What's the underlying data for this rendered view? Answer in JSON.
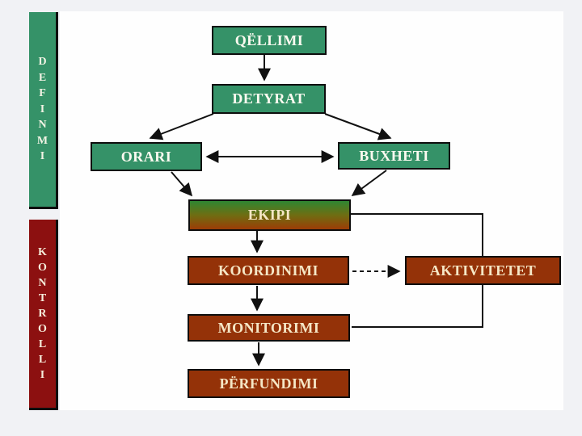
{
  "page": {
    "background_color": "#f1f2f5",
    "slide_background_color": "#fefefe"
  },
  "sidebars": [
    {
      "id": "definmi",
      "word": "DEFINMI",
      "letters": "D\nE\nF\nI\nN\nM\nI",
      "color": "#359268"
    },
    {
      "id": "kontrolli",
      "word": "KONTROLLI",
      "letters": "K\nO\nN\nT\nR\nO\nL\nL\nI",
      "color": "#8c1010"
    }
  ],
  "flowchart": {
    "nodes": [
      {
        "id": "qellimi",
        "label": "QËLLIMI",
        "style": "green"
      },
      {
        "id": "detyrat",
        "label": "DETYRAT",
        "style": "green"
      },
      {
        "id": "orari",
        "label": "ORARI",
        "style": "green"
      },
      {
        "id": "buxheti",
        "label": "BUXHETI",
        "style": "green"
      },
      {
        "id": "ekipi",
        "label": "EKIPI",
        "style": "gradient-green-to-brown"
      },
      {
        "id": "koordinimi",
        "label": "KOORDINIMI",
        "style": "brown"
      },
      {
        "id": "aktivitetet",
        "label": "AKTIVITETET",
        "style": "brown"
      },
      {
        "id": "monitorimi",
        "label": "MONITORIMI",
        "style": "brown"
      },
      {
        "id": "perfundimi",
        "label": "PËRFUNDIMI",
        "style": "brown"
      }
    ],
    "connections": [
      {
        "from": "QËLLIMI",
        "to": "DETYRAT",
        "style": "solid-arrow"
      },
      {
        "from": "DETYRAT",
        "to": "ORARI",
        "style": "solid-arrow"
      },
      {
        "from": "DETYRAT",
        "to": "BUXHETI",
        "style": "solid-arrow"
      },
      {
        "from": "ORARI",
        "to": "BUXHETI",
        "style": "double-headed-arrow"
      },
      {
        "from": "ORARI",
        "to": "EKIPI",
        "style": "solid-arrow"
      },
      {
        "from": "BUXHETI",
        "to": "EKIPI",
        "style": "solid-arrow"
      },
      {
        "from": "EKIPI",
        "to": "KOORDINIMI",
        "style": "solid-arrow"
      },
      {
        "from": "KOORDINIMI",
        "to": "AKTIVITETET",
        "style": "dashed-arrow"
      },
      {
        "from": "KOORDINIMI",
        "to": "MONITORIMI",
        "style": "solid-arrow"
      },
      {
        "from": "MONITORIMI",
        "to": "PËRFUNDIMI",
        "style": "solid-arrow"
      },
      {
        "from": "EKIPI",
        "to": "MONITORIMI",
        "style": "plain-right-side-loop"
      }
    ]
  },
  "colors": {
    "node_green": "#359268",
    "node_brown": "#943208",
    "bar_maroon": "#8c1010",
    "line_black": "#111111",
    "text_cream": "#f5e7c6",
    "text_white": "#fbfaf0"
  }
}
